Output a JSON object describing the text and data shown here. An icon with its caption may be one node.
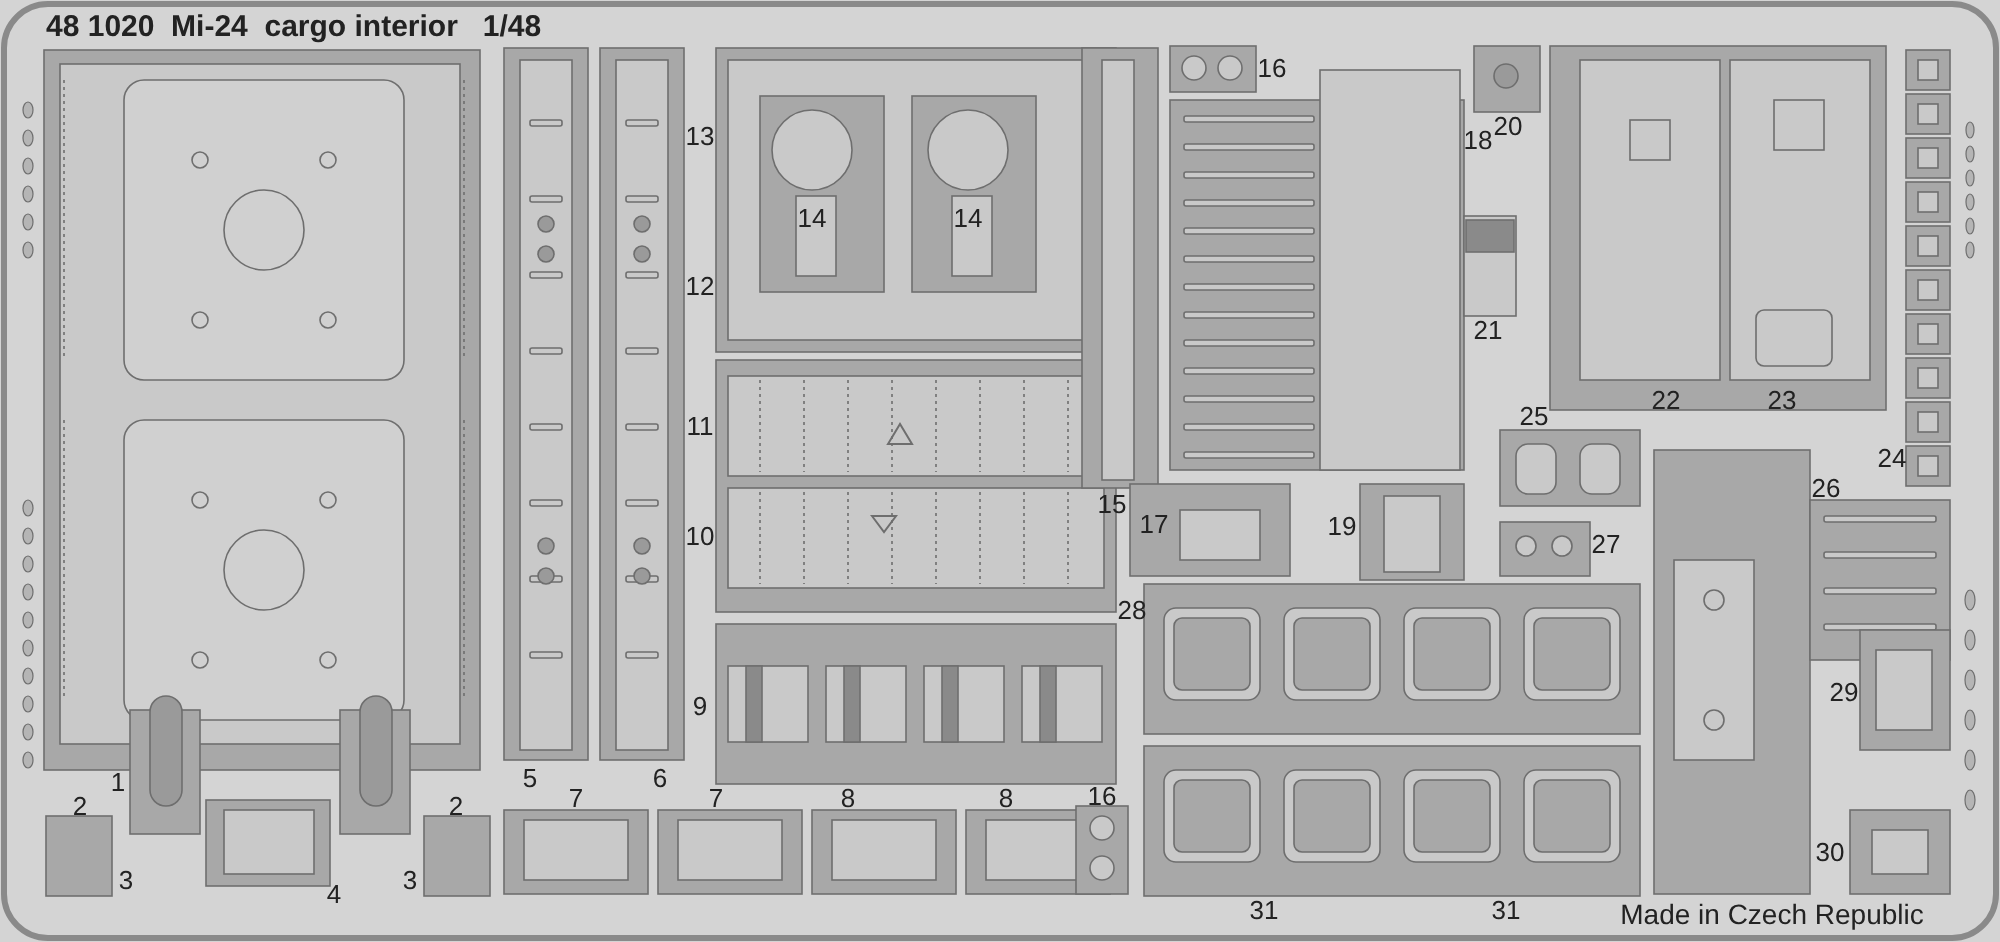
{
  "diagram": {
    "title": "48 1020  Mi-24  cargo interior   1/48",
    "labels": [
      "16",
      "18",
      "20",
      "13",
      "14",
      "14",
      "12",
      "21",
      "22",
      "23",
      "11",
      "25",
      "24",
      "26",
      "10",
      "15",
      "17",
      "19",
      "27",
      "28",
      "29",
      "9",
      "1",
      "5",
      "6",
      "2",
      "2",
      "7",
      "7",
      "8",
      "8",
      "16",
      "3",
      "3",
      "4",
      "30",
      "31",
      "31",
      "Made in Czech Republic"
    ]
  }
}
